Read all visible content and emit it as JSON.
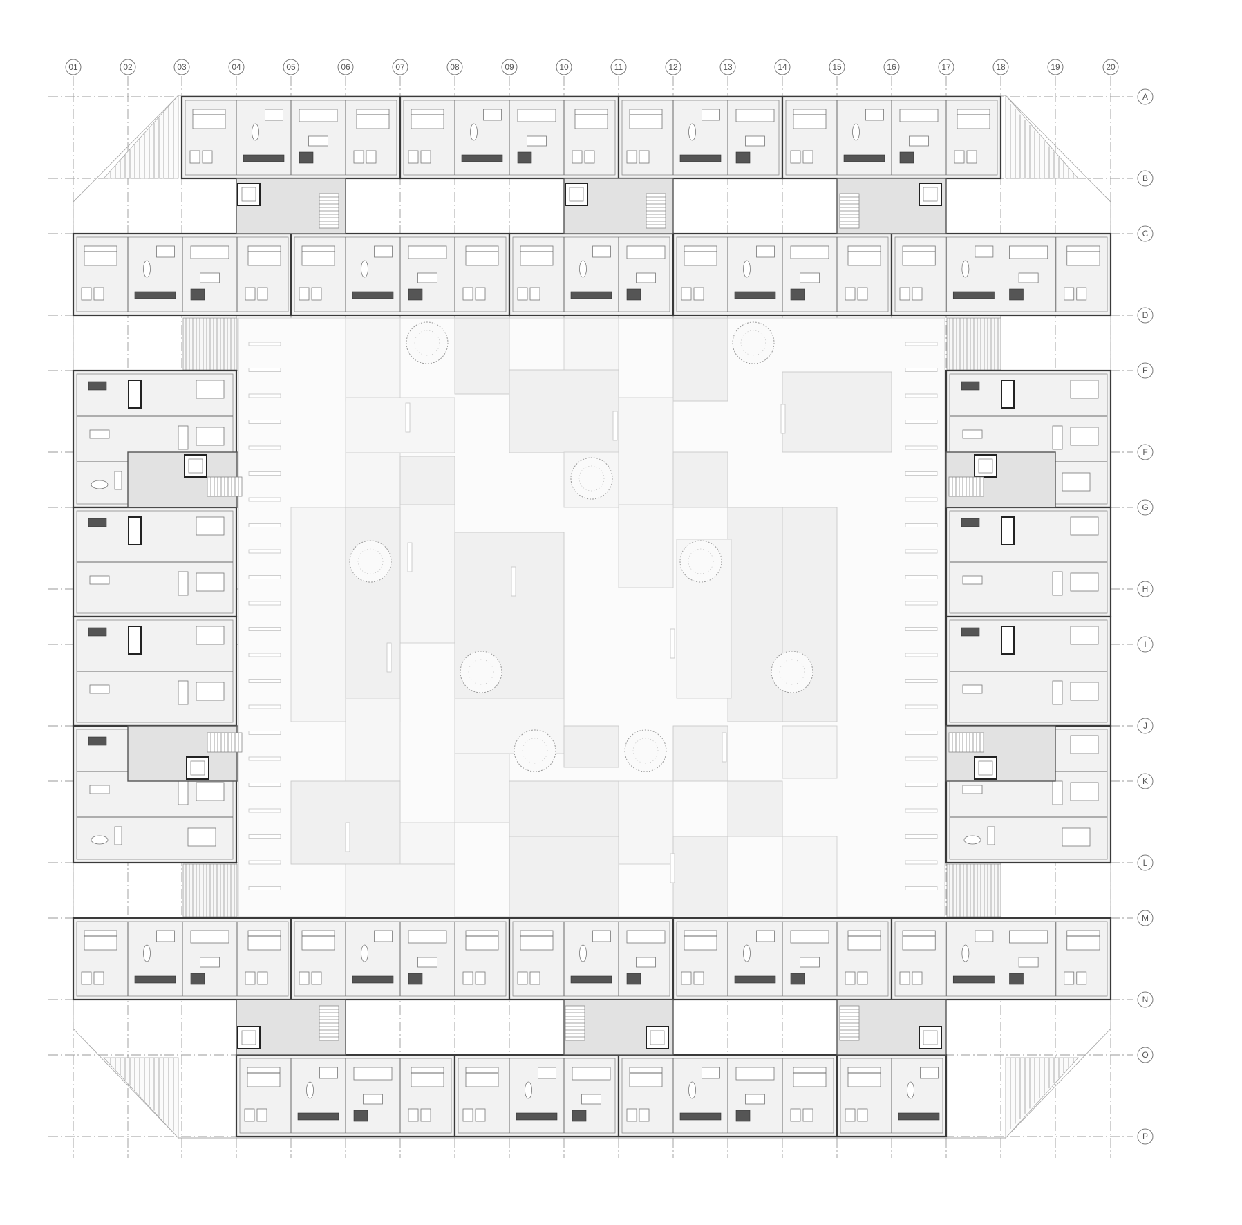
{
  "plan": {
    "column_axis_labels": [
      "01",
      "02",
      "03",
      "04",
      "05",
      "06",
      "07",
      "08",
      "09",
      "10",
      "11",
      "12",
      "13",
      "14",
      "15",
      "16",
      "17",
      "18",
      "19",
      "20"
    ],
    "row_axis_labels": [
      "A",
      "B",
      "C",
      "D",
      "E",
      "F",
      "G",
      "H",
      "I",
      "J",
      "K",
      "L",
      "M",
      "N",
      "O",
      "P"
    ],
    "courtyard_tree_count": 9,
    "colors": {
      "wall": "#3a3a3a",
      "unit_fill": "#f2f2f2",
      "core_fill": "#e2e2e2",
      "courtyard_fill": "#f6f6f6",
      "grid": "#9a9a9a"
    },
    "icons": [
      "grid-bubble",
      "tree-icon",
      "stair-icon",
      "lift-icon",
      "bed-icon",
      "table-icon",
      "bath-icon"
    ]
  }
}
